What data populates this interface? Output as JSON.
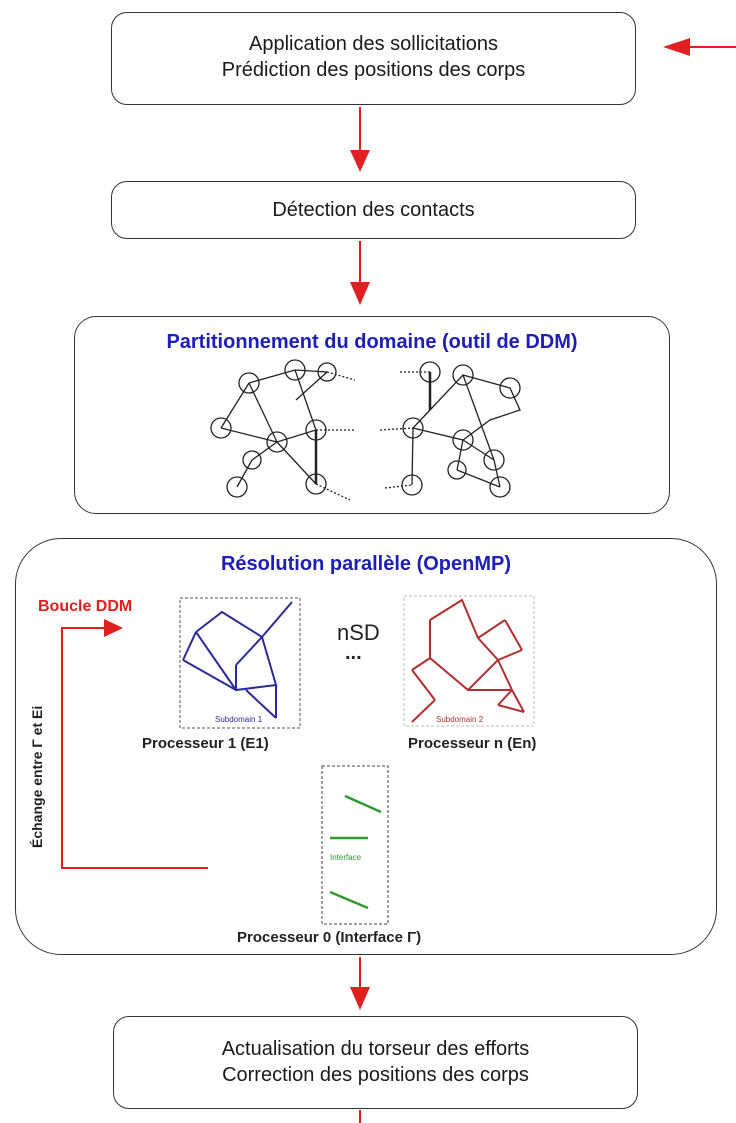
{
  "steps": {
    "step1": {
      "line1": "Application des sollicitations",
      "line2": "Prédiction des positions des corps"
    },
    "step2": {
      "line1": "Détection des contacts"
    },
    "step3": {
      "title": "Partitionnement du domaine (outil de DDM)"
    },
    "step4": {
      "title": "Résolution parallèle (OpenMP)",
      "loop_label": "Boucle DDM",
      "exchange_label": "Échange entre Γ et Ei",
      "nsd": "nSD",
      "ellipsis": "...",
      "proc1_label": "Processeur 1 (E1)",
      "procn_label": "Processeur n (En)",
      "proc0_label": "Processeur 0 (Interface Γ)",
      "sub1_caption": "Subdomain 1",
      "sub2_caption": "Subdomain 2",
      "interface_caption": "Interface"
    },
    "step5": {
      "line1": "Actualisation du torseur des efforts",
      "line2": "Correction des positions des corps"
    }
  },
  "colors": {
    "arrow": "#e02020",
    "blue": "#1d1db8",
    "subdomain1": "#2a2a9a",
    "subdomain2": "#b03030",
    "interface": "#2e9a2e"
  }
}
